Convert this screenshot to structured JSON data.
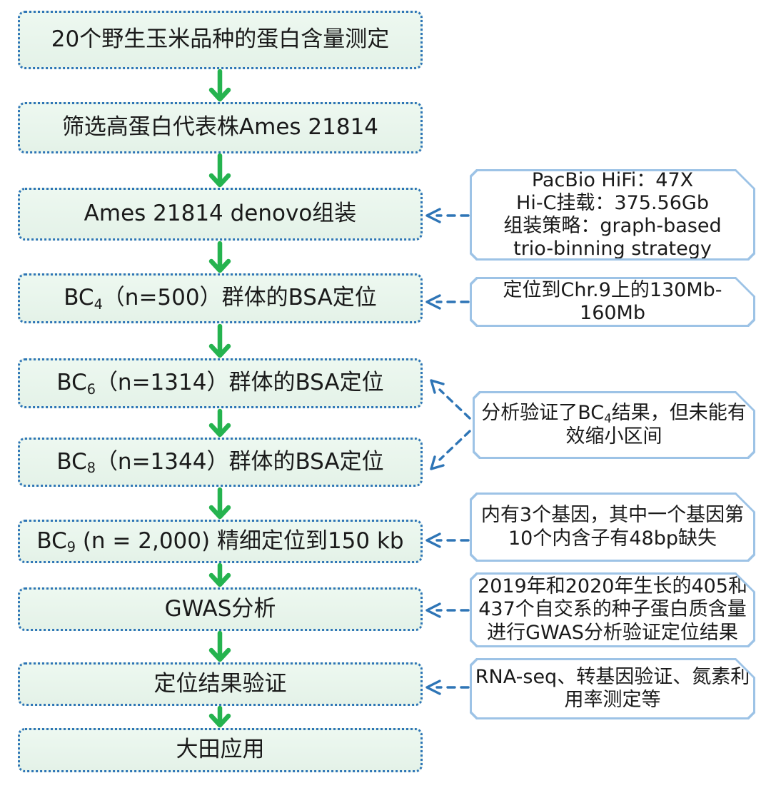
{
  "colors": {
    "main_box_fill": "#e7f4ea",
    "main_box_border": "#2e75b6",
    "flow_arrow_green": "#25b34f",
    "callout_border": "#9dc3e6",
    "callout_fill": "#ffffff",
    "connector_blue": "#2e75b6",
    "text": "#1a1a1a"
  },
  "flow_steps": [
    {
      "pre": "20个野生玉米品种的蛋白含量测定",
      "sub": "",
      "post": ""
    },
    {
      "pre": "筛选高蛋白代表株Ames 21814",
      "sub": "",
      "post": ""
    },
    {
      "pre": "Ames 21814 denovo组装",
      "sub": "",
      "post": ""
    },
    {
      "pre": "BC",
      "sub": "4",
      "post": "（n=500）群体的BSA定位"
    },
    {
      "pre": "BC",
      "sub": "6",
      "post": "（n=1314）群体的BSA定位"
    },
    {
      "pre": "BC",
      "sub": "8",
      "post": "（n=1344）群体的BSA定位"
    },
    {
      "pre": "BC",
      "sub": "9",
      "post": " (n = 2,000) 精细定位到150 kb"
    },
    {
      "pre": "GWAS分析",
      "sub": "",
      "post": ""
    },
    {
      "pre": "定位结果验证",
      "sub": "",
      "post": ""
    },
    {
      "pre": "大田应用",
      "sub": "",
      "post": ""
    }
  ],
  "callouts": [
    {
      "pre": "PacBio HiFi：47X\nHi-C挂载：375.56Gb\n组装策略：graph-based\ntrio-binning strategy",
      "sub": "",
      "post": ""
    },
    {
      "pre": "定位到Chr.9上的130Mb-\n160Mb",
      "sub": "",
      "post": ""
    },
    {
      "pre": "分析验证了BC",
      "sub": "4",
      "post": "结果，但未能有\n效缩小区间"
    },
    {
      "pre": "内有3个基因，其中一个基因第\n10个内含子有48bp缺失",
      "sub": "",
      "post": ""
    },
    {
      "pre": "2019年和2020年生长的405和\n437个自交系的种子蛋白质含量\n进行GWAS分析验证定位结果",
      "sub": "",
      "post": ""
    },
    {
      "pre": "RNA-seq、转基因验证、氮素利\n用率测定等",
      "sub": "",
      "post": ""
    }
  ]
}
